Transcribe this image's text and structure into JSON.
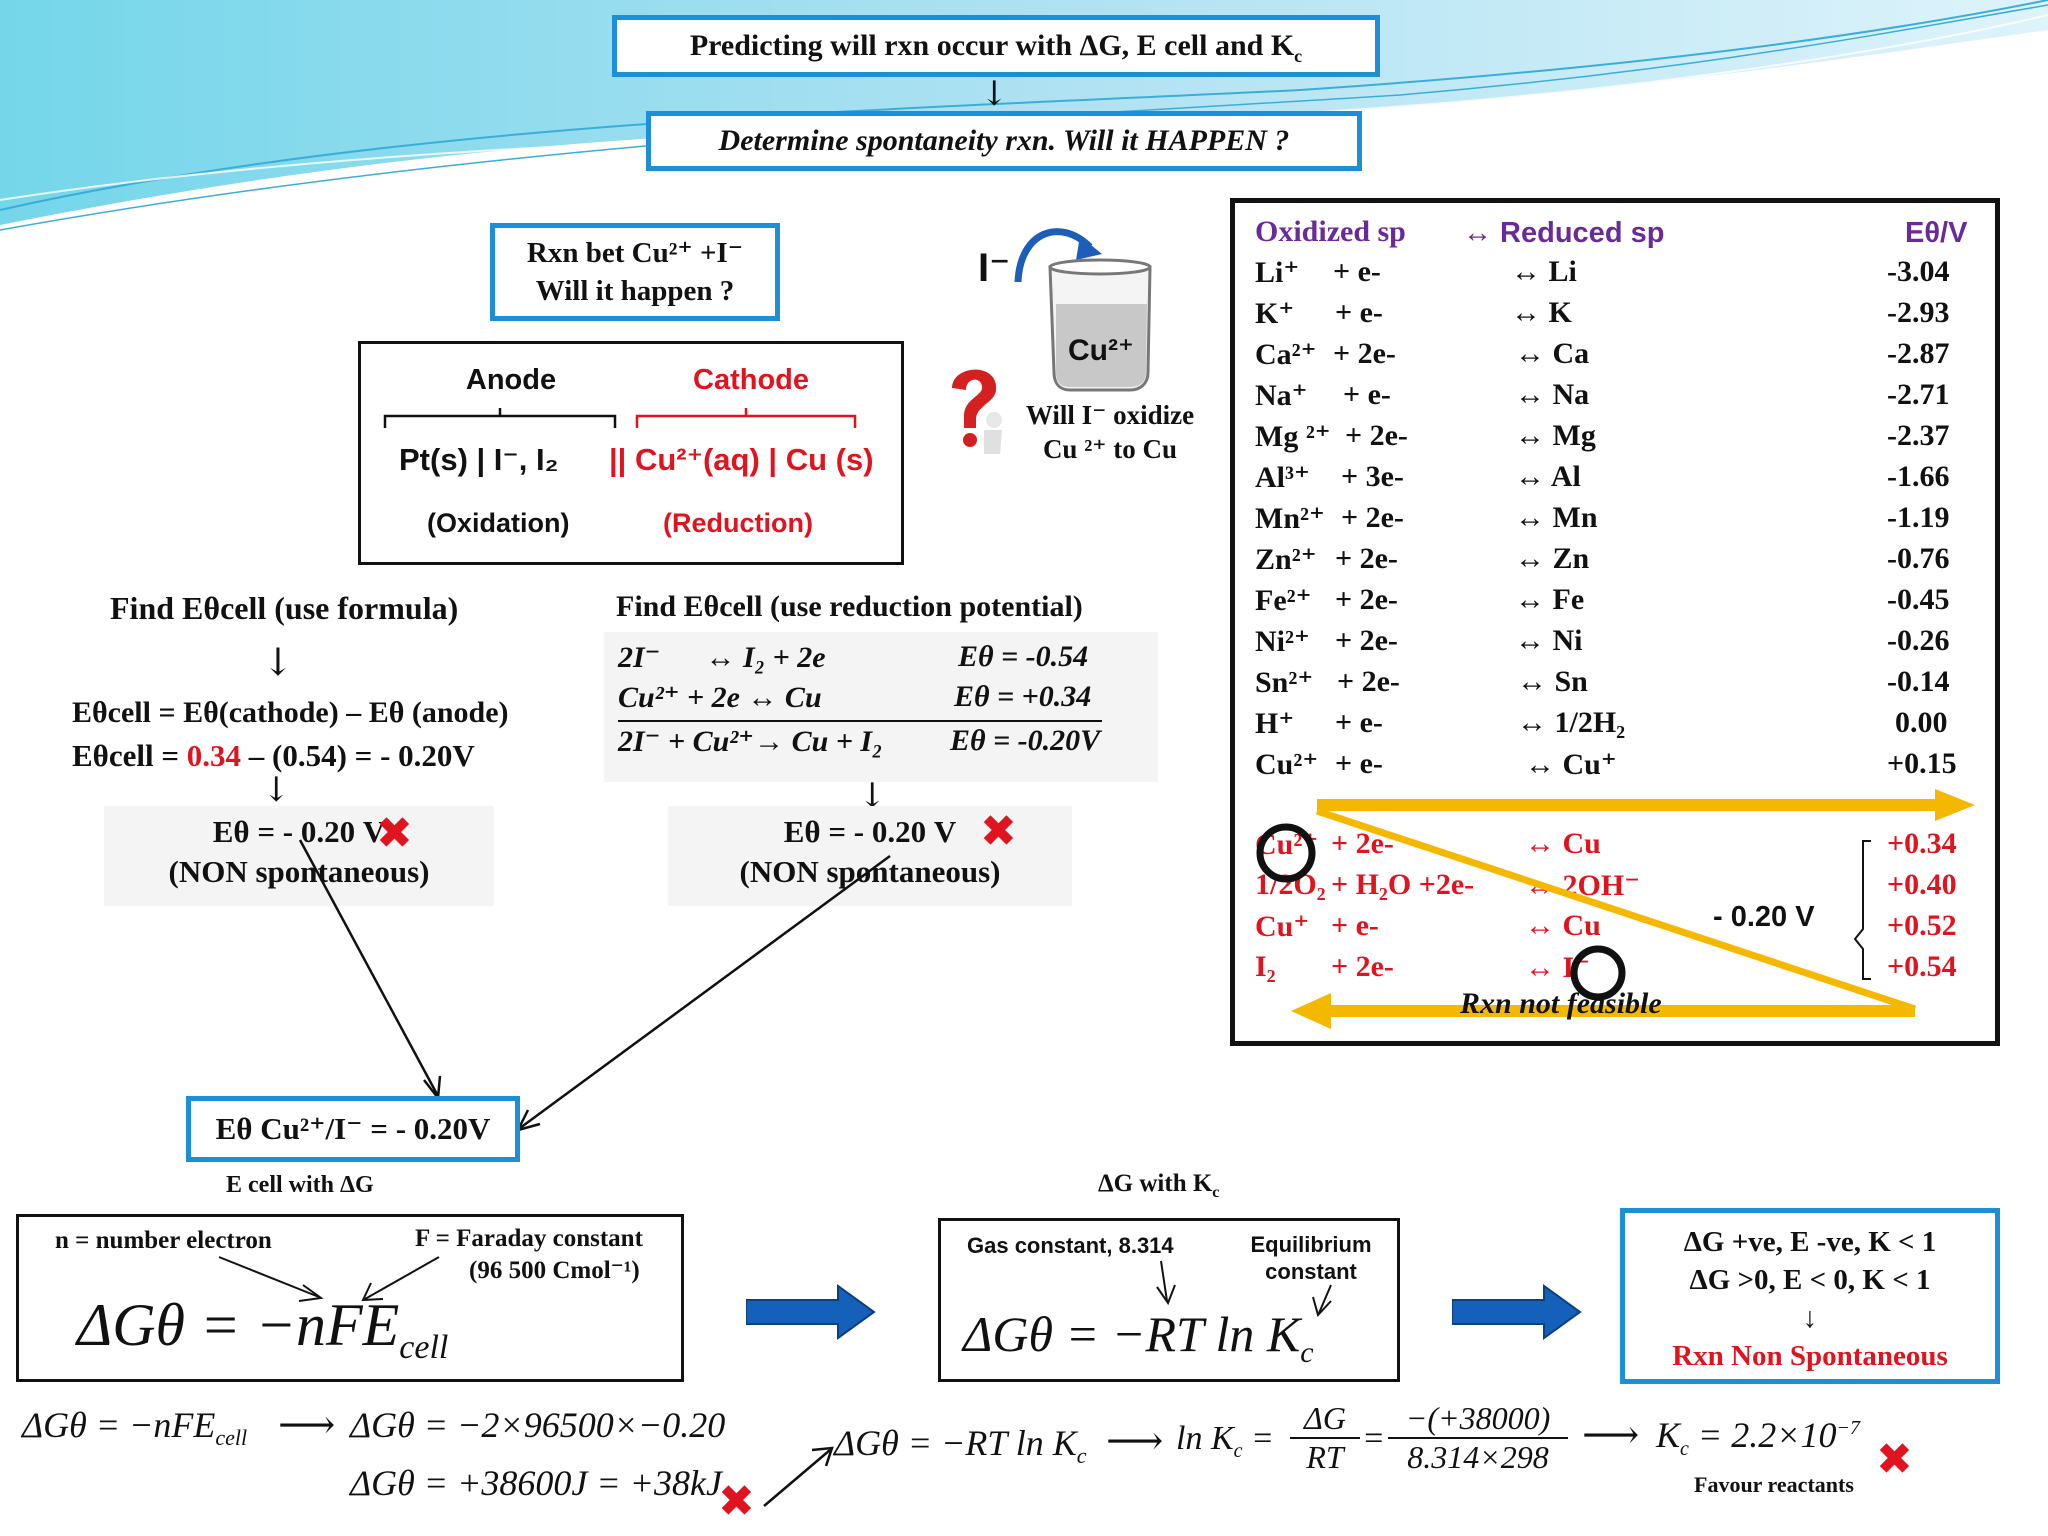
{
  "header": {
    "title": "Predicting will rxn occur with ΔG, E cell and K",
    "title_sub": "c",
    "subtitle": "Determine spontaneity rxn. Will it HAPPEN ?"
  },
  "question": {
    "line1": "Rxn bet Cu²⁺ +I⁻",
    "line2": "Will it happen ?"
  },
  "cell_diagram": {
    "anode_label": "Anode",
    "cathode_label": "Cathode",
    "anode_expr": "Pt(s) | I⁻, I₂",
    "cathode_expr": "|| Cu²⁺(aq) | Cu (s)",
    "oxidation_label": "(Oxidation)",
    "reduction_label": "(Reduction)"
  },
  "beaker": {
    "ion_top": "I⁻",
    "ion_in": "Cu²⁺",
    "caption_line1": "Will I⁻ oxidize",
    "caption_line2": "Cu ²⁺ to Cu"
  },
  "formula_method": {
    "heading": "Find Eθcell (use formula)",
    "eq1": "Eθcell = Eθ(cathode) – Eθ (anode)",
    "eq2_prefix": "Eθcell = ",
    "eq2_value1": "0.34",
    "eq2_rest": " – (0.54) = - 0.20V",
    "result": "Eθ = - 0.20 V",
    "verdict": "(NON spontaneous)"
  },
  "reduction_method": {
    "heading": "Find Eθcell (use reduction potential)",
    "rows": [
      {
        "rxn": "2I⁻      ↔ I₂ + 2e",
        "e": "Eθ = -0.54"
      },
      {
        "rxn": "Cu²⁺ + 2e ↔ Cu",
        "e": "Eθ = +0.34"
      },
      {
        "rxn": "2I⁻ + Cu²⁺→ Cu + I₂",
        "e": "Eθ = -0.20V"
      }
    ],
    "result": "Eθ = - 0.20 V",
    "verdict": "(NON spontaneous)"
  },
  "table": {
    "col1": "Oxidized sp",
    "col2": "↔ Reduced sp",
    "col3": "Eθ/V",
    "rows": [
      {
        "ox": "Li⁺",
        "e": "+ e-",
        "red": "↔  Li",
        "v": "-3.04"
      },
      {
        "ox": "K⁺",
        "e": "+ e-",
        "red": "↔  K",
        "v": "-2.93"
      },
      {
        "ox": "Ca²⁺",
        "e": "+ 2e-",
        "red": "↔  Ca",
        "v": "-2.87"
      },
      {
        "ox": "Na⁺",
        "e": "+ e-",
        "red": "↔  Na",
        "v": "-2.71"
      },
      {
        "ox": "Mg ²⁺",
        "e": "+ 2e-",
        "red": "↔  Mg",
        "v": "-2.37"
      },
      {
        "ox": "Al³⁺",
        "e": "+ 3e-",
        "red": "↔  Al",
        "v": "-1.66"
      },
      {
        "ox": "Mn²⁺",
        "e": "+ 2e-",
        "red": "↔  Mn",
        "v": "-1.19"
      },
      {
        "ox": "Zn²⁺",
        "e": "+ 2e-",
        "red": "↔  Zn",
        "v": "-0.76"
      },
      {
        "ox": "Fe²⁺",
        "e": "+ 2e-",
        "red": "↔  Fe",
        "v": "-0.45"
      },
      {
        "ox": "Ni²⁺",
        "e": "+ 2e-",
        "red": "↔  Ni",
        "v": "-0.26"
      },
      {
        "ox": "Sn²⁺",
        "e": "+ 2e-",
        "red": "↔ Sn",
        "v": "-0.14"
      },
      {
        "ox": "H⁺",
        "e": "+ e-",
        "red": "↔ 1/2H₂",
        "v": "0.00"
      },
      {
        "ox": "Cu²⁺",
        "e": "+ e-",
        "red": "↔ Cu⁺",
        "v": "+0.15"
      }
    ],
    "red_rows": [
      {
        "ox": "Cu²⁺",
        "e": "+ 2e-",
        "red": "↔  Cu",
        "v": "+0.34"
      },
      {
        "ox": "1/2O₂",
        "e": "+ H₂O +2e-",
        "red": "↔ 2OH⁻",
        "v": "+0.40"
      },
      {
        "ox": "Cu⁺",
        "e": "+ e-",
        "red": "↔  Cu",
        "v": "+0.52"
      },
      {
        "ox": "I₂",
        "e": "+ 2e-",
        "red": "↔  I⁻",
        "v": "+0.54"
      }
    ],
    "bracket_label": "- 0.20 V",
    "not_feasible": "Rxn not feasible"
  },
  "summary_box": {
    "text": "Eθ Cu²⁺/I⁻ = - 0.20V",
    "caption_left": "E cell with ΔG",
    "caption_mid": "ΔG with K",
    "caption_mid_sub": "c"
  },
  "dg_box": {
    "n_label": "n = number electron",
    "f_label": "F = Faraday constant",
    "f_value": "(96 500 Cmol⁻¹)",
    "eq": "ΔGθ = −nFE",
    "eq_sub": "cell"
  },
  "k_box": {
    "r_label": "Gas constant, 8.314",
    "k_label_1": "Equilibrium",
    "k_label_2": "constant",
    "eq": "ΔGθ = −RT ln K",
    "eq_sub": "c"
  },
  "result_box": {
    "line1": "ΔG +ve, E -ve, K < 1",
    "line2": "ΔG >0, E < 0, K < 1",
    "arrow": "↓",
    "line3": "Rxn Non Spontaneous"
  },
  "bottom_calc": {
    "a1": "ΔGθ = −nFE",
    "a1_sub": "cell",
    "a2": "ΔGθ = −2×96500×−0.20",
    "a3": "ΔGθ = +38600J = +38kJ",
    "b1": "ΔGθ = −RT ln K",
    "b1_sub": "c",
    "b2": "ln K",
    "b2_sub": "c",
    "frac1_num": "ΔG",
    "frac1_den": "RT",
    "frac2_num": "−(+38000)",
    "frac2_den": "8.314×298",
    "kc": "K",
    "kc_sub": "c",
    "kc_value": "= 2.2×10",
    "kc_exp": "−7",
    "favour": "Favour reactants"
  },
  "colors": {
    "blue_border": "#1d8fd6",
    "red": "#e0141e",
    "arrow_blue": "#1560b8",
    "yellow": "#f5b800",
    "purple": "#6a2b9a"
  }
}
